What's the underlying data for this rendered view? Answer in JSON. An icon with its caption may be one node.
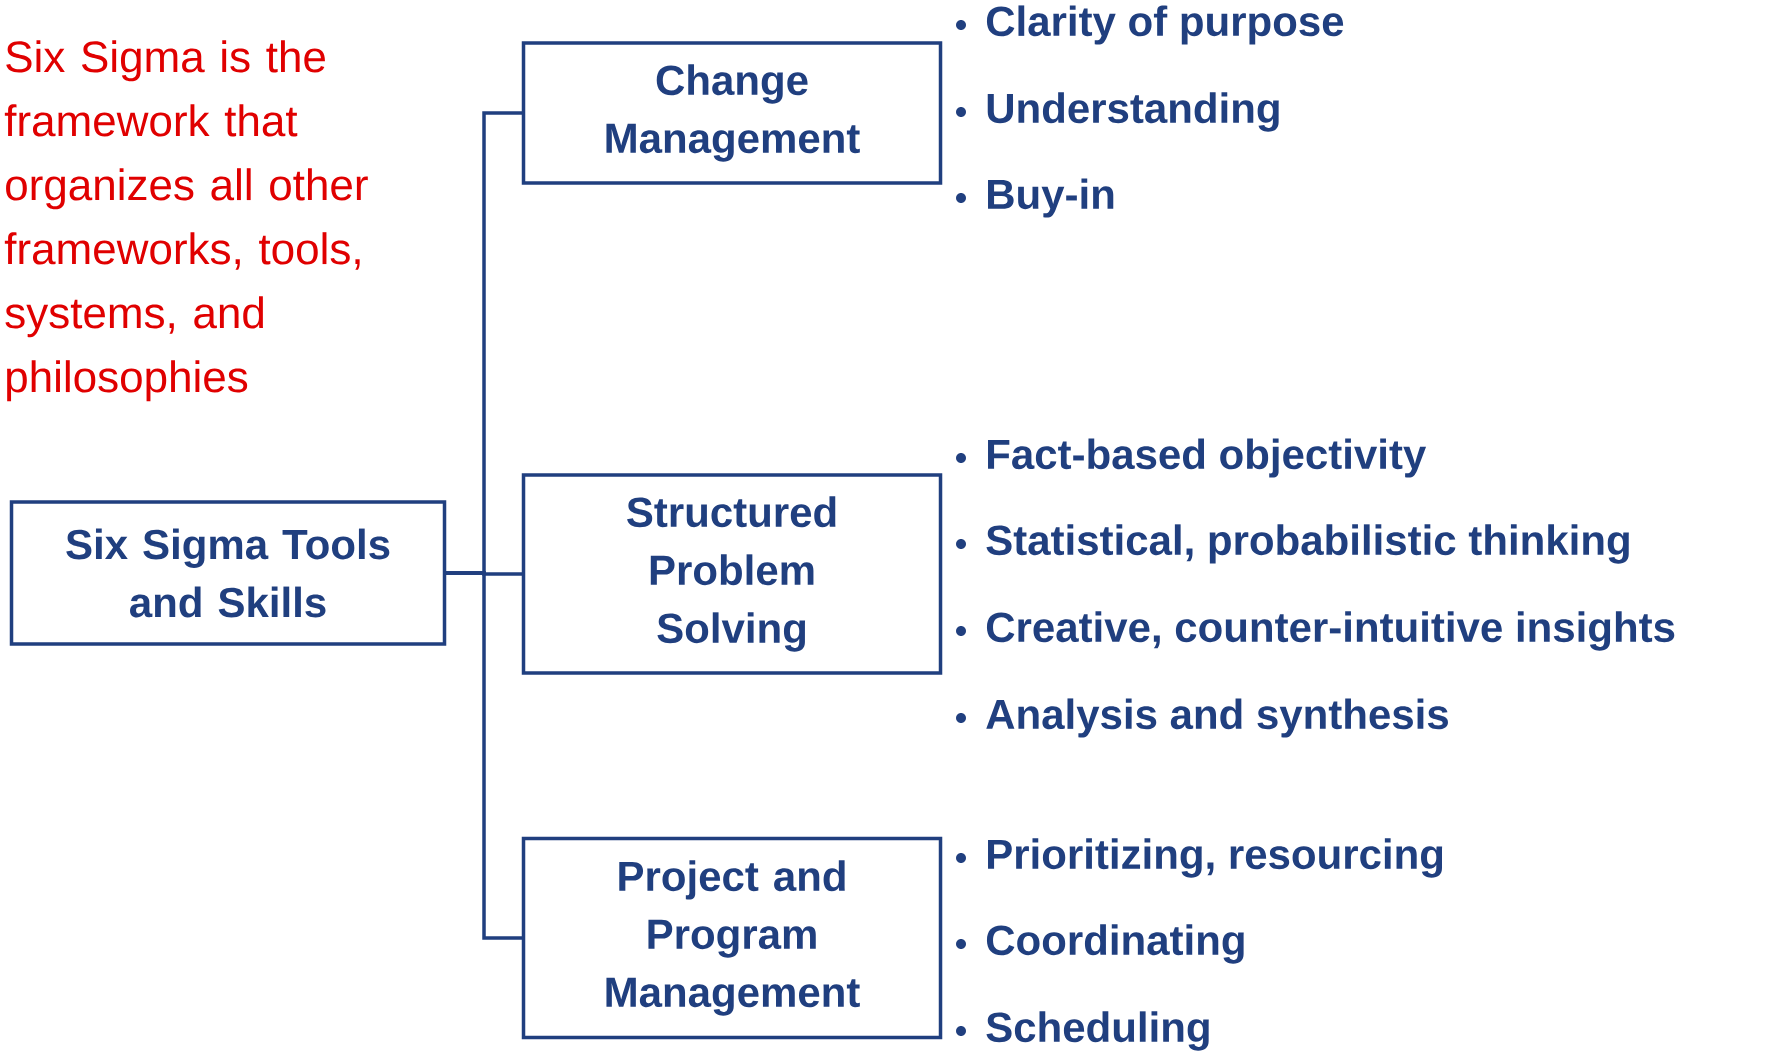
{
  "diagram": {
    "nodes": [
      {
        "text": [
          "Six Sigma Tools and Skills"
        ]
      },
      {
        "text": [
          "Change Management"
        ],
        "beside": [
          "Clarity of purpose",
          "Understanding",
          "Buy-in"
        ]
      },
      {
        "text": [
          "Structured Problem Solving"
        ],
        "beside": [
          "Fact-based objectivity",
          "Statistical, probabilistic thinking",
          "Creative, counter-intuitive insights",
          "Analysis and synthesis"
        ]
      },
      {
        "text": [
          "Project and Program Management"
        ],
        "beside": [
          "Prioritizing, resourcing",
          "Coordinating",
          "Scheduling"
        ]
      }
    ],
    "edges": [
      {
        "from": 0,
        "to": 1,
        "arrow": "none"
      },
      {
        "from": 0,
        "to": 2,
        "arrow": "none"
      },
      {
        "from": 0,
        "to": 3,
        "arrow": "none"
      }
    ],
    "labels": [
      "Six Sigma is the framework that organizes all other frameworks, tools, systems, and philosophies"
    ]
  }
}
